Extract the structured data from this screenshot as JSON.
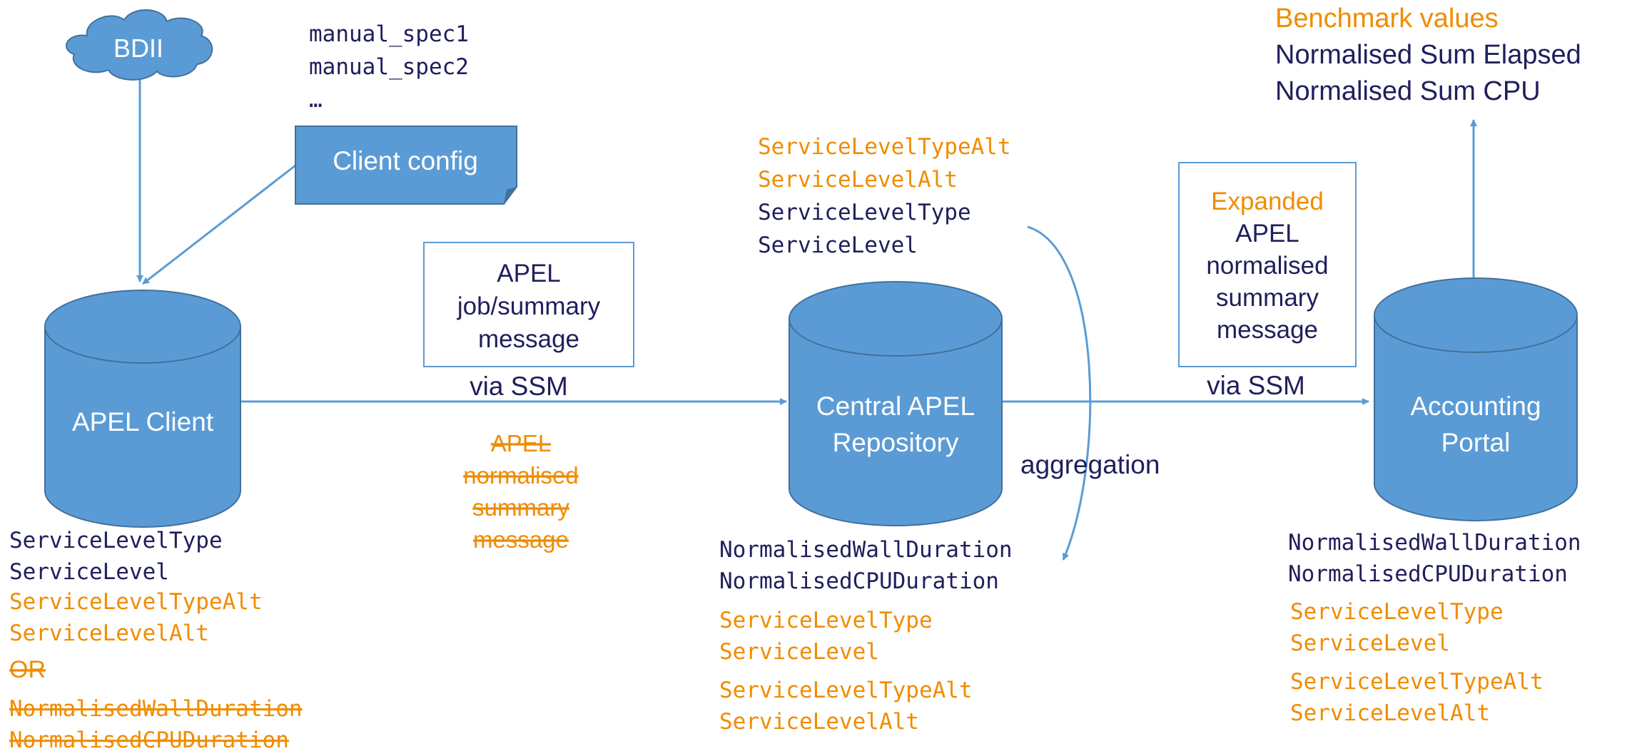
{
  "colors": {
    "accent_blue": "#5b9bd5",
    "dark_blue": "#41719c",
    "orange": "#f08c00",
    "navy": "#1f1f5c"
  },
  "bdii": {
    "label": "BDII"
  },
  "manual_specs": [
    "manual_spec1",
    "manual_spec2",
    "…"
  ],
  "client_config": {
    "label": "Client config"
  },
  "apel_client": {
    "label": "APEL Client",
    "fields": [
      {
        "text": "ServiceLevelType",
        "tone": "navy"
      },
      {
        "text": "ServiceLevel",
        "tone": "navy"
      },
      {
        "text": "ServiceLevelTypeAlt",
        "tone": "orange"
      },
      {
        "text": "ServiceLevelAlt",
        "tone": "orange"
      }
    ],
    "or_label": "OR",
    "struck_fields": [
      "NormalisedWallDuration",
      "NormalisedCPUDuration"
    ]
  },
  "message_box": {
    "lines": [
      "APEL",
      "job/summary",
      "message"
    ]
  },
  "via_ssm_left": "via SSM",
  "struck_message": {
    "lines": [
      "APEL",
      "normalised",
      "summary",
      "message"
    ]
  },
  "central_repo": {
    "label_lines": [
      "Central APEL",
      "Repository"
    ],
    "top_fields": [
      {
        "text": "ServiceLevelTypeAlt",
        "tone": "orange"
      },
      {
        "text": "ServiceLevelAlt",
        "tone": "orange"
      },
      {
        "text": "ServiceLevelType",
        "tone": "navy"
      },
      {
        "text": "ServiceLevel",
        "tone": "navy"
      }
    ],
    "bottom_fields": [
      {
        "text": "NormalisedWallDuration",
        "tone": "navy"
      },
      {
        "text": "NormalisedCPUDuration",
        "tone": "navy"
      },
      {
        "text": "ServiceLevelType",
        "tone": "orange"
      },
      {
        "text": "ServiceLevel",
        "tone": "orange"
      },
      {
        "text": "ServiceLevelTypeAlt",
        "tone": "orange"
      },
      {
        "text": "ServiceLevelAlt",
        "tone": "orange"
      }
    ]
  },
  "aggregation_label": "aggregation",
  "expanded_box": {
    "title": "Expanded",
    "lines": [
      "APEL",
      "normalised",
      "summary",
      "message"
    ]
  },
  "via_ssm_right": "via SSM",
  "accounting_portal": {
    "label_lines": [
      "Accounting",
      "Portal"
    ],
    "fields": [
      {
        "text": "NormalisedWallDuration",
        "tone": "navy"
      },
      {
        "text": "NormalisedCPUDuration",
        "tone": "navy"
      },
      {
        "text": "ServiceLevelType",
        "tone": "orange"
      },
      {
        "text": "ServiceLevel",
        "tone": "orange"
      },
      {
        "text": "ServiceLevelTypeAlt",
        "tone": "orange"
      },
      {
        "text": "ServiceLevelAlt",
        "tone": "orange"
      }
    ]
  },
  "portal_outputs": {
    "heading": "Benchmark values",
    "lines": [
      "Normalised Sum Elapsed",
      "Normalised Sum CPU"
    ]
  }
}
